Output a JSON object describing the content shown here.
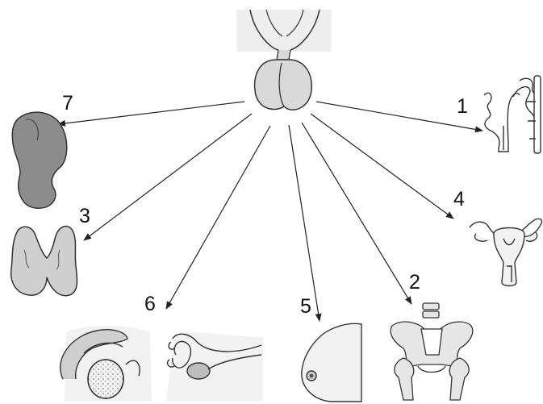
{
  "labels": {
    "kidney": "7",
    "nephron": "1",
    "thyroid": "3",
    "uterus": "4",
    "ovary_testis": "6",
    "breast": "5",
    "pelvis": "2"
  },
  "colors": {
    "outline": "#333333",
    "arrow": "#222222",
    "pituitary_fill": "#d9d9d9",
    "kidney_fill": "#8c8c8c",
    "thyroid_fill": "#cfcfcf",
    "light_fill": "#f2f2f2",
    "bone_fill": "#e6e6e6"
  }
}
